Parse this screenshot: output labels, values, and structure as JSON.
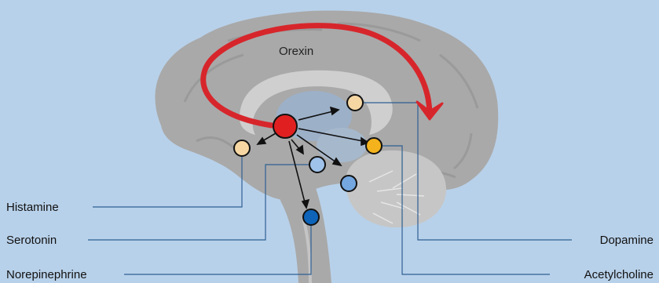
{
  "diagram": {
    "central_label": "Orexin",
    "labels": {
      "histamine": "Histamine",
      "serotonin": "Serotonin",
      "norepinephrine": "Norepinephrine",
      "dopamine": "Dopamine",
      "acetylcholine": "Acetylcholine"
    }
  },
  "colors": {
    "background": "#b8d1ea",
    "brain": "#a9a9a9",
    "brain_light": "#d3d3d3",
    "orexin_arrow": "#d7262b",
    "orexin_node": "#e02020",
    "histamine_node": "#f6d7a4",
    "dopamine_node": "#f6d7a4",
    "acetylcholine_node": "#f4b31c",
    "serotonin_node": "#9fc2ea",
    "acetylcholine_mid_node": "#74a7df",
    "norepinephrine_node": "#0e64b8",
    "leader_line": "#2f5f93"
  }
}
